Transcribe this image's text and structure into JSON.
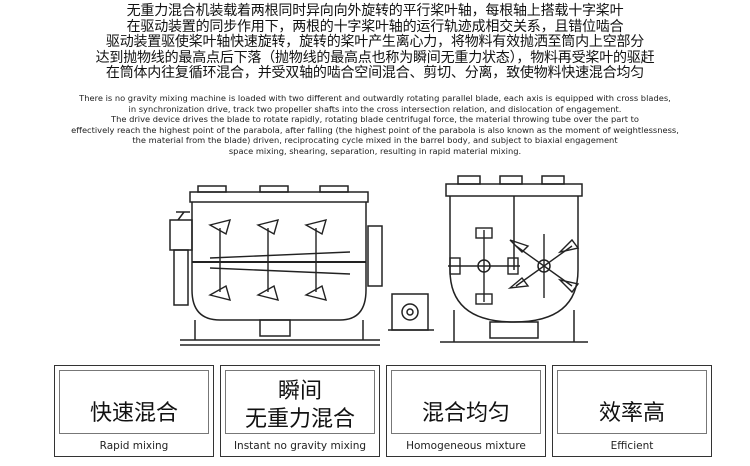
{
  "description_cn": [
    "无重力混合机装载着两根同时异向向外旋转的平行桨叶轴，每根轴上搭载十字桨叶",
    "在驱动装置的同步作用下，两根的十字桨叶轴的运行轨迹成相交关系，且错位啮合",
    "驱动装置驱使桨叶轴快速旋转，旋转的桨叶产生离心力，将物料有效抛洒至筒内上空部分",
    "达到抛物线的最高点后下落（抛物线的最高点也称为瞬间无重力状态），物料再受桨叶的驱赶",
    "在筒体内往复循环混合，并受双轴的啮合空间混合、剪切、分离，致使物料快速混合均匀"
  ],
  "description_en": [
    "There is no gravity mixing machine is loaded with two different and outwardly rotating parallel blade, each axis is equipped with cross blades,",
    "in synchronization drive, track two propeller shafts into the cross intersection relation, and dislocation of engagement.",
    "The drive device drives the blade to rotate rapidly, rotating blade centrifugal force, the material throwing tube over the part to",
    "effectively reach the highest point of the parabola, after falling (the highest point of the parabola is also known as the moment of weightlessness,",
    "the material from the blade) driven, reciprocating cycle mixed in the barrel body, and subject to biaxial engagement",
    "space mixing, shearing, separation, resulting in rapid material mixing."
  ],
  "features": [
    {
      "cn": [
        "快速混合"
      ],
      "en": "Rapid mixing"
    },
    {
      "cn": [
        "瞬间",
        "无重力混合"
      ],
      "en": "Instant no gravity mixing"
    },
    {
      "cn": [
        "混合均匀"
      ],
      "en": "Homogeneous mixture"
    },
    {
      "cn": [
        "效率高"
      ],
      "en": "Efficient"
    }
  ]
}
